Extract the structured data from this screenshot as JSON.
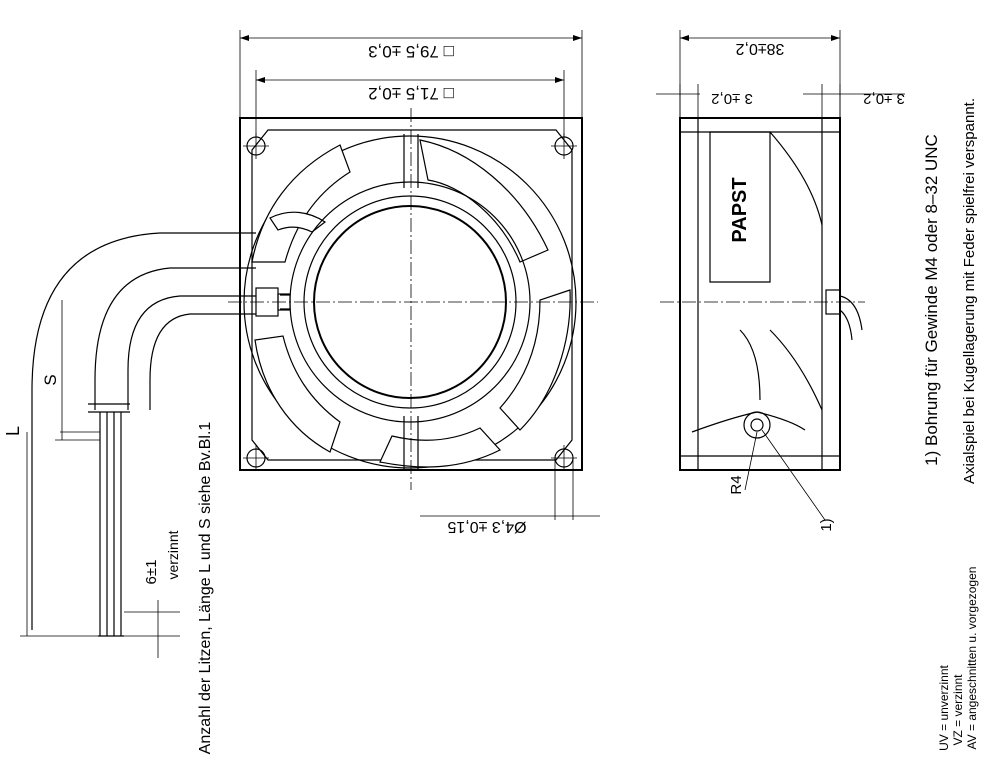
{
  "dimensions": {
    "outer_square": "□ 79,5 ±0,3",
    "hole_square": "□ 71,5 ±0,2",
    "hole_diameter": "Ø4,3 ±0,15",
    "depth": "38±0,2",
    "flange_left": "3 ±0,2",
    "flange_right": "3 ±0,2",
    "radius": "R4",
    "lead_length": "L",
    "lead_s": "S",
    "tinned_length": "6±1",
    "tinned_label": "verzinnt",
    "note_ref": "1)"
  },
  "brand": "PAPST",
  "notes": {
    "note1": "1)  Bohrung für Gewinde M4 oder 8–32 UNC",
    "note2": "Axialspiel bei Kugellagerung mit Feder spielfrei verspannt.",
    "strands": "Anzahl der Litzen, Länge L und S siehe Bv.Bl.1"
  },
  "legend": [
    "UV = unverzinnt",
    "VZ = verzinnt",
    "AV = angeschnitten u. vorgezogen"
  ]
}
